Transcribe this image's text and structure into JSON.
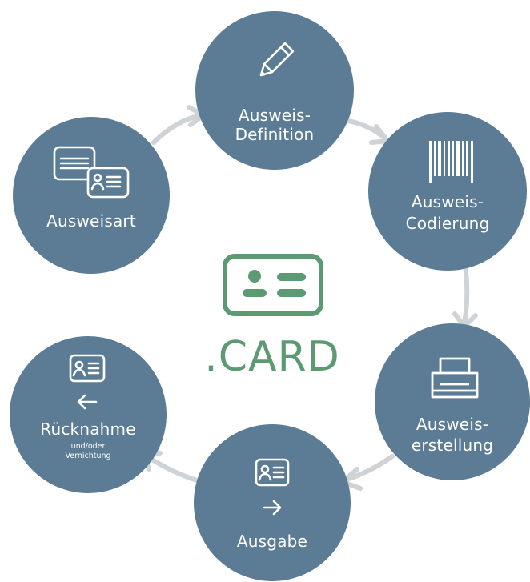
{
  "colors": {
    "node": "#5b7c94",
    "arrow": "#cfd3d6",
    "accent": "#5b9a72",
    "text": "#ffffff"
  },
  "center": {
    "title": ".CARD",
    "icon": "id-card-icon"
  },
  "nodes": [
    {
      "id": "ausweis-definition",
      "icon": "pencil-icon",
      "lines": [
        "Ausweis-",
        "Definition"
      ]
    },
    {
      "id": "ausweis-codierung",
      "icon": "barcode-icon",
      "lines": [
        "Ausweis-",
        "Codierung"
      ]
    },
    {
      "id": "ausweiserstellung",
      "icon": "printer-icon",
      "lines": [
        "Ausweis-",
        "erstellung"
      ]
    },
    {
      "id": "ausgabe",
      "icon": "card-arrow-right-icon",
      "lines": [
        "Ausgabe"
      ]
    },
    {
      "id": "ruecknahme",
      "icon": "card-arrow-left-icon",
      "lines": [
        "Rücknahme"
      ],
      "sub": [
        "und/oder",
        "Vernichtung"
      ]
    },
    {
      "id": "ausweisart",
      "icon": "cards-icon",
      "lines": [
        "Ausweisart"
      ]
    }
  ]
}
